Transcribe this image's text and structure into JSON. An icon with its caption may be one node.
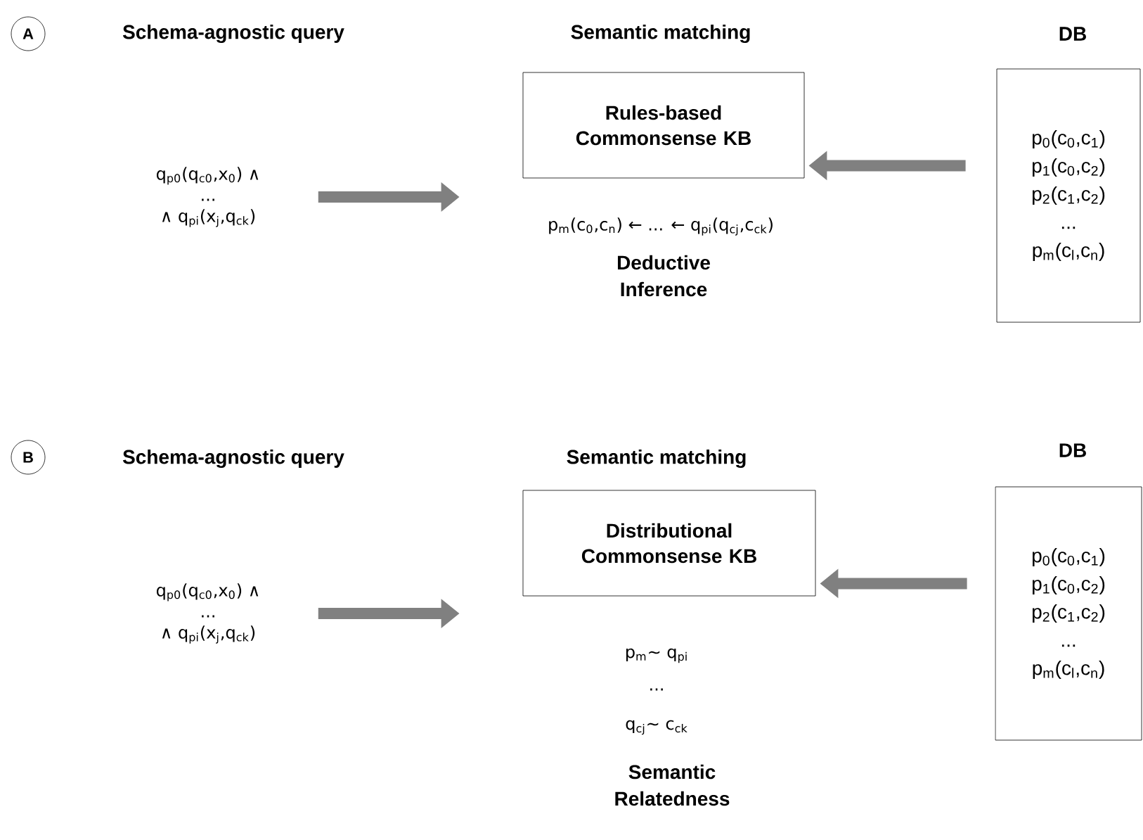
{
  "diagram": {
    "nodes": [
      {
        "text": [
          "A"
        ]
      },
      {
        "text": [
          "q$_{p0}$(q$_{c0}$,x$_{0}$) ∧",
          "...",
          "∧  q$_{pi}$(x$_{j}$,q$_{ck}$)"
        ]
      },
      {
        "text": [
          "Rules-based Commonsense KB"
        ]
      },
      {
        "text": [
          "DB",
          "p$_{0}$(c$_{0}$,c$_{1}$)",
          "p$_{1}$(c$_{0}$,c$_{2}$)",
          "p$_{2}$(c$_{1}$,c$_{2}$)",
          "...",
          "p$_{m}$(c$_{l}$,c$_{n}$)"
        ]
      },
      {
        "text": [
          "B"
        ]
      },
      {
        "text": [
          "q$_{p0}$(q$_{c0}$,x$_{0}$) ∧",
          "...",
          "∧  q$_{pi}$(x$_{j}$,q$_{ck}$)"
        ]
      },
      {
        "text": [
          "Distributional Commonsense KB"
        ]
      },
      {
        "text": [
          "DB",
          "p$_{0}$(c$_{0}$,c$_{1}$)",
          "p$_{1}$(c$_{0}$,c$_{2}$)",
          "p$_{2}$(c$_{1}$,c$_{2}$)",
          "...",
          "p$_{m}$(c$_{l}$,c$_{n}$)"
        ]
      }
    ],
    "edges": [
      {
        "from": 1,
        "to": 2,
        "arrow": "to"
      },
      {
        "from": 3,
        "to": 2,
        "arrow": "to"
      },
      {
        "from": 5,
        "to": 6,
        "arrow": "to"
      },
      {
        "from": 7,
        "to": 6,
        "arrow": "to"
      }
    ],
    "labels": [
      "Schema-agnostic query",
      "Semantic matching",
      "p$_{m}$(c$_{0}$,c$_{n}$) ← ... ← q$_{pi}$(q$_{cj}$,c$_{ck}$)",
      "Deductive Inference",
      "Schema-agnostic query",
      "Semantic matching",
      "p$_{m}$~ q$_{pi}$",
      "...",
      "q$_{cj}$~ c$_{ck}$",
      "Semantic Relatedness"
    ]
  }
}
